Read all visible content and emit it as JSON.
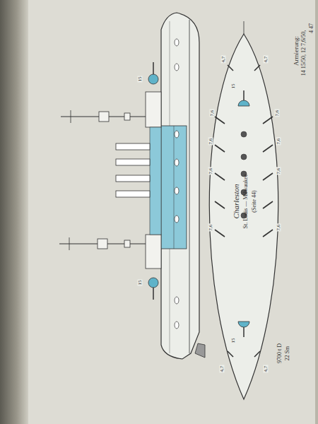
{
  "diagram": {
    "title": "Charleston",
    "labels": [
      "Armierung:",
      "14 15/50, 12 7,6/50,",
      "4 47",
      "St. Louis — Milwaukee",
      "(Seite 44)",
      "9700 t D",
      "22 Sm",
      "15",
      "15",
      "15",
      "15",
      "7,6",
      "7,6",
      "7,6",
      "7,6",
      "7,6",
      "7,6",
      "7,6",
      "7,6",
      "4,7",
      "4,7",
      "4,7",
      "4,7"
    ]
  }
}
